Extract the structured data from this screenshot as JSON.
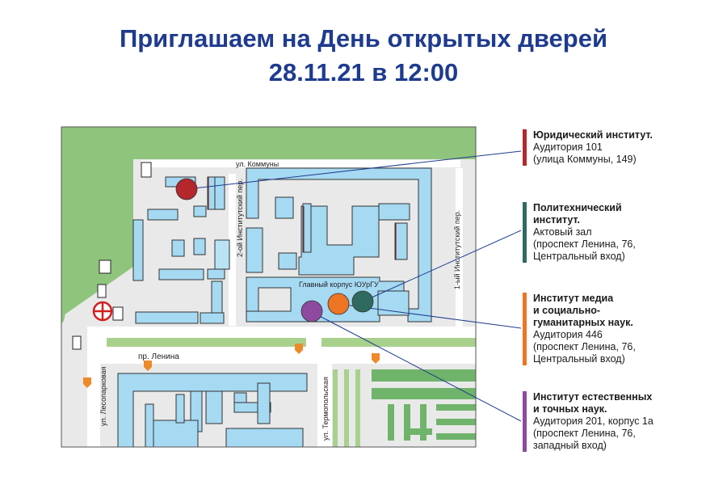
{
  "header": {
    "title_line1": "Приглашаем на День открытых дверей",
    "title_line2": "28.11.21 в 12:00"
  },
  "map": {
    "streets": {
      "kommuny": "ул. Коммуны",
      "institutsky2": "2-ой Институтский пер.",
      "institutsky1": "1-ый Институтский пер.",
      "lenina": "пр. Ленина",
      "lesoparkovaya": "ул. Лесопарковая",
      "termopolskaya": "ул. Термопольская"
    },
    "main_building": "Главный корпус ЮУрГУ"
  },
  "legend": [
    {
      "name_lines": [
        "Юридический институт."
      ],
      "detail_lines": [
        "Аудитория 101",
        "(улица Коммуны, 149)"
      ],
      "color": "#b3272d"
    },
    {
      "name_lines": [
        "Политехнический",
        "институт."
      ],
      "detail_lines": [
        "Актовый зал",
        "(проспект Ленина, 76,",
        "Центральный вход)"
      ],
      "color": "#2f6a5e"
    },
    {
      "name_lines": [
        "Институт медиа",
        "и социально-",
        "гуманитарных наук."
      ],
      "detail_lines": [
        "Аудитория 446",
        "(проспект Ленина, 76,",
        "Центральный вход)"
      ],
      "color": "#ee7523"
    },
    {
      "name_lines": [
        "Институт естественных",
        "и точных наук."
      ],
      "detail_lines": [
        "Аудитория 201, корпус 1а",
        "(проспект Ленина, 76,",
        "западный вход)"
      ],
      "color": "#8d4a9e"
    }
  ]
}
